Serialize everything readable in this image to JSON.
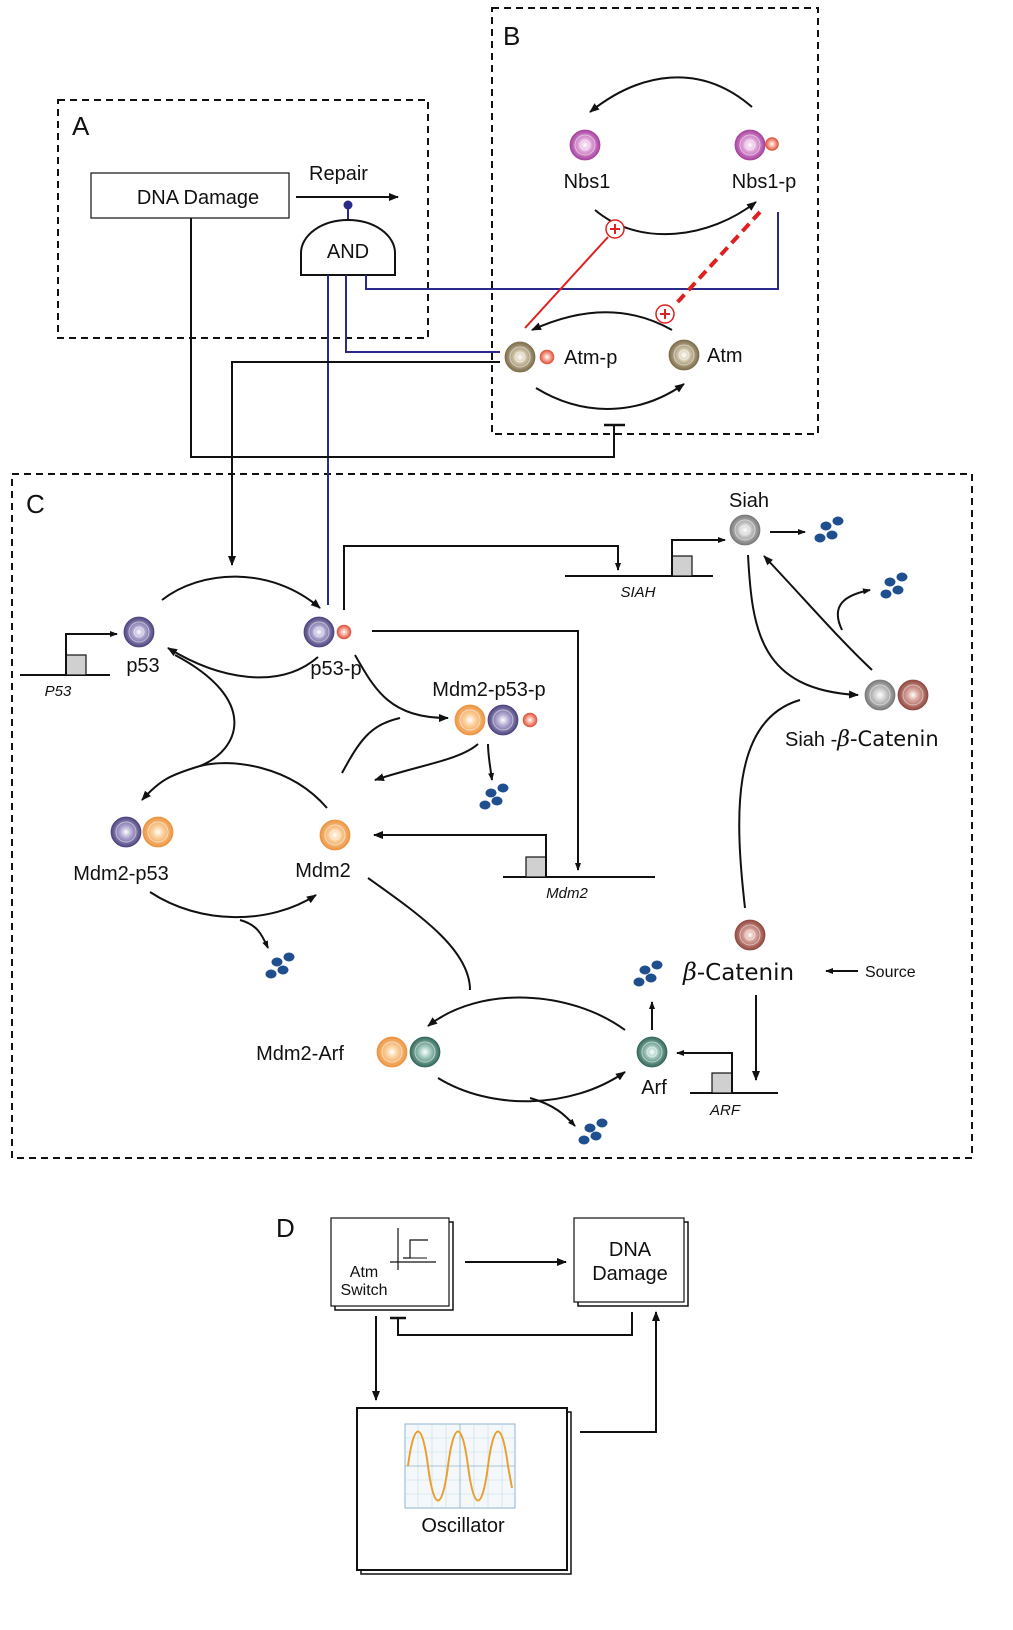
{
  "panels": {
    "a": "A",
    "b": "B",
    "c": "C",
    "d": "D"
  },
  "panel_a": {
    "dna_damage": "DNA Damage",
    "repair": "Repair",
    "and_gate": "AND"
  },
  "panel_b": {
    "nbs1": "Nbs1",
    "nbs1_p": "Nbs1-p",
    "atm_p": "Atm-p",
    "atm": "Atm"
  },
  "panel_c": {
    "siah": "Siah",
    "siah_gene": "SIAH",
    "p53": "p53",
    "p53_gene": "P53",
    "p53_p": "p53-p",
    "mdm2_p53_p": "Mdm2-p53-p",
    "mdm2_p53": "Mdm2-p53",
    "mdm2": "Mdm2",
    "mdm2_gene": "Mdm2",
    "siah_bcat_prefix": "Siah -",
    "beta": "β",
    "catenin_suffix": "-Catenin",
    "source": "Source",
    "mdm2_arf": "Mdm2-Arf",
    "arf": "Arf",
    "arf_gene": "ARF"
  },
  "panel_d": {
    "atm_switch_1": "Atm",
    "atm_switch_2": "Switch",
    "dna_damage_1": "DNA",
    "dna_damage_2": "Damage",
    "oscillator": "Oscillator"
  },
  "colors": {
    "nbs1": "#b04aa8",
    "atm": "#8a7a5a",
    "p53": "#5a4f8e",
    "mdm2": "#f0a050",
    "siah": "#8e8e8e",
    "beta_catenin": "#a05a50",
    "arf": "#3f7a6c",
    "phosphate": "#e8644a",
    "degradation": "#1f4f8f",
    "blue_link": "#2a2a8a",
    "activation_red": "#e02020",
    "oscillator_wave": "#e8a030"
  }
}
